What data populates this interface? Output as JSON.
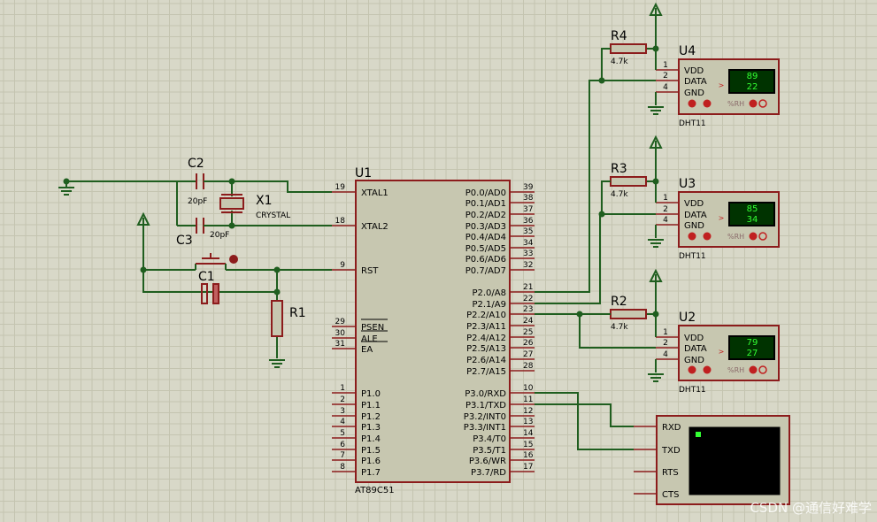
{
  "colors": {
    "background": "#d8d8c8",
    "grid": "#c4c4b0",
    "wire": "#1f5e1f",
    "component": "#8c1c1c",
    "chip_fill": "#c7c7b0",
    "text": "#000000",
    "lcd_bg": "#003300",
    "lcd_text": "#33ff33",
    "terminal_bg": "#000000"
  },
  "u1": {
    "ref": "U1",
    "part": "AT89C51",
    "left_pins": [
      {
        "num": "19",
        "name": "XTAL1"
      },
      {
        "num": "18",
        "name": "XTAL2"
      },
      {
        "num": "9",
        "name": "RST"
      },
      {
        "num": "29",
        "name": "PSEN"
      },
      {
        "num": "30",
        "name": "ALE"
      },
      {
        "num": "31",
        "name": "EA"
      },
      {
        "num": "1",
        "name": "P1.0"
      },
      {
        "num": "2",
        "name": "P1.1"
      },
      {
        "num": "3",
        "name": "P1.2"
      },
      {
        "num": "4",
        "name": "P1.3"
      },
      {
        "num": "5",
        "name": "P1.4"
      },
      {
        "num": "6",
        "name": "P1.5"
      },
      {
        "num": "7",
        "name": "P1.6"
      },
      {
        "num": "8",
        "name": "P1.7"
      }
    ],
    "right_pins": [
      {
        "num": "39",
        "name": "P0.0/AD0"
      },
      {
        "num": "38",
        "name": "P0.1/AD1"
      },
      {
        "num": "37",
        "name": "P0.2/AD2"
      },
      {
        "num": "36",
        "name": "P0.3/AD3"
      },
      {
        "num": "35",
        "name": "P0.4/AD4"
      },
      {
        "num": "34",
        "name": "P0.5/AD5"
      },
      {
        "num": "33",
        "name": "P0.6/AD6"
      },
      {
        "num": "32",
        "name": "P0.7/AD7"
      },
      {
        "num": "21",
        "name": "P2.0/A8"
      },
      {
        "num": "22",
        "name": "P2.1/A9"
      },
      {
        "num": "23",
        "name": "P2.2/A10"
      },
      {
        "num": "24",
        "name": "P2.3/A11"
      },
      {
        "num": "25",
        "name": "P2.4/A12"
      },
      {
        "num": "26",
        "name": "P2.5/A13"
      },
      {
        "num": "27",
        "name": "P2.6/A14"
      },
      {
        "num": "28",
        "name": "P2.7/A15"
      },
      {
        "num": "10",
        "name": "P3.0/RXD"
      },
      {
        "num": "11",
        "name": "P3.1/TXD"
      },
      {
        "num": "12",
        "name": "P3.2/INT0"
      },
      {
        "num": "13",
        "name": "P3.3/INT1"
      },
      {
        "num": "14",
        "name": "P3.4/T0"
      },
      {
        "num": "15",
        "name": "P3.5/T1"
      },
      {
        "num": "16",
        "name": "P3.6/WR"
      },
      {
        "num": "17",
        "name": "P3.7/RD"
      }
    ]
  },
  "capacitors": [
    {
      "ref": "C2",
      "value": "20pF"
    },
    {
      "ref": "C3",
      "value": "20pF"
    },
    {
      "ref": "C1",
      "value": ""
    }
  ],
  "crystal": {
    "ref": "X1",
    "value": "CRYSTAL"
  },
  "resistors": [
    {
      "ref": "R1",
      "value": ""
    },
    {
      "ref": "R2",
      "value": "4.7k"
    },
    {
      "ref": "R3",
      "value": "4.7k"
    },
    {
      "ref": "R4",
      "value": "4.7k"
    }
  ],
  "sensor_pins": [
    {
      "num": "1",
      "name": "VDD"
    },
    {
      "num": "2",
      "name": "DATA"
    },
    {
      "num": "4",
      "name": "GND"
    }
  ],
  "sensors": [
    {
      "ref": "U4",
      "part": "DHT11",
      "hum": "89",
      "temp": "22",
      "unit_label": "%RH"
    },
    {
      "ref": "U3",
      "part": "DHT11",
      "hum": "85",
      "temp": "34",
      "unit_label": "%RH"
    },
    {
      "ref": "U2",
      "part": "DHT11",
      "hum": "79",
      "temp": "27",
      "unit_label": "%RH"
    }
  ],
  "terminal": {
    "pins": [
      "RXD",
      "TXD",
      "RTS",
      "CTS"
    ]
  },
  "watermark": "CSDN @通信好难学"
}
